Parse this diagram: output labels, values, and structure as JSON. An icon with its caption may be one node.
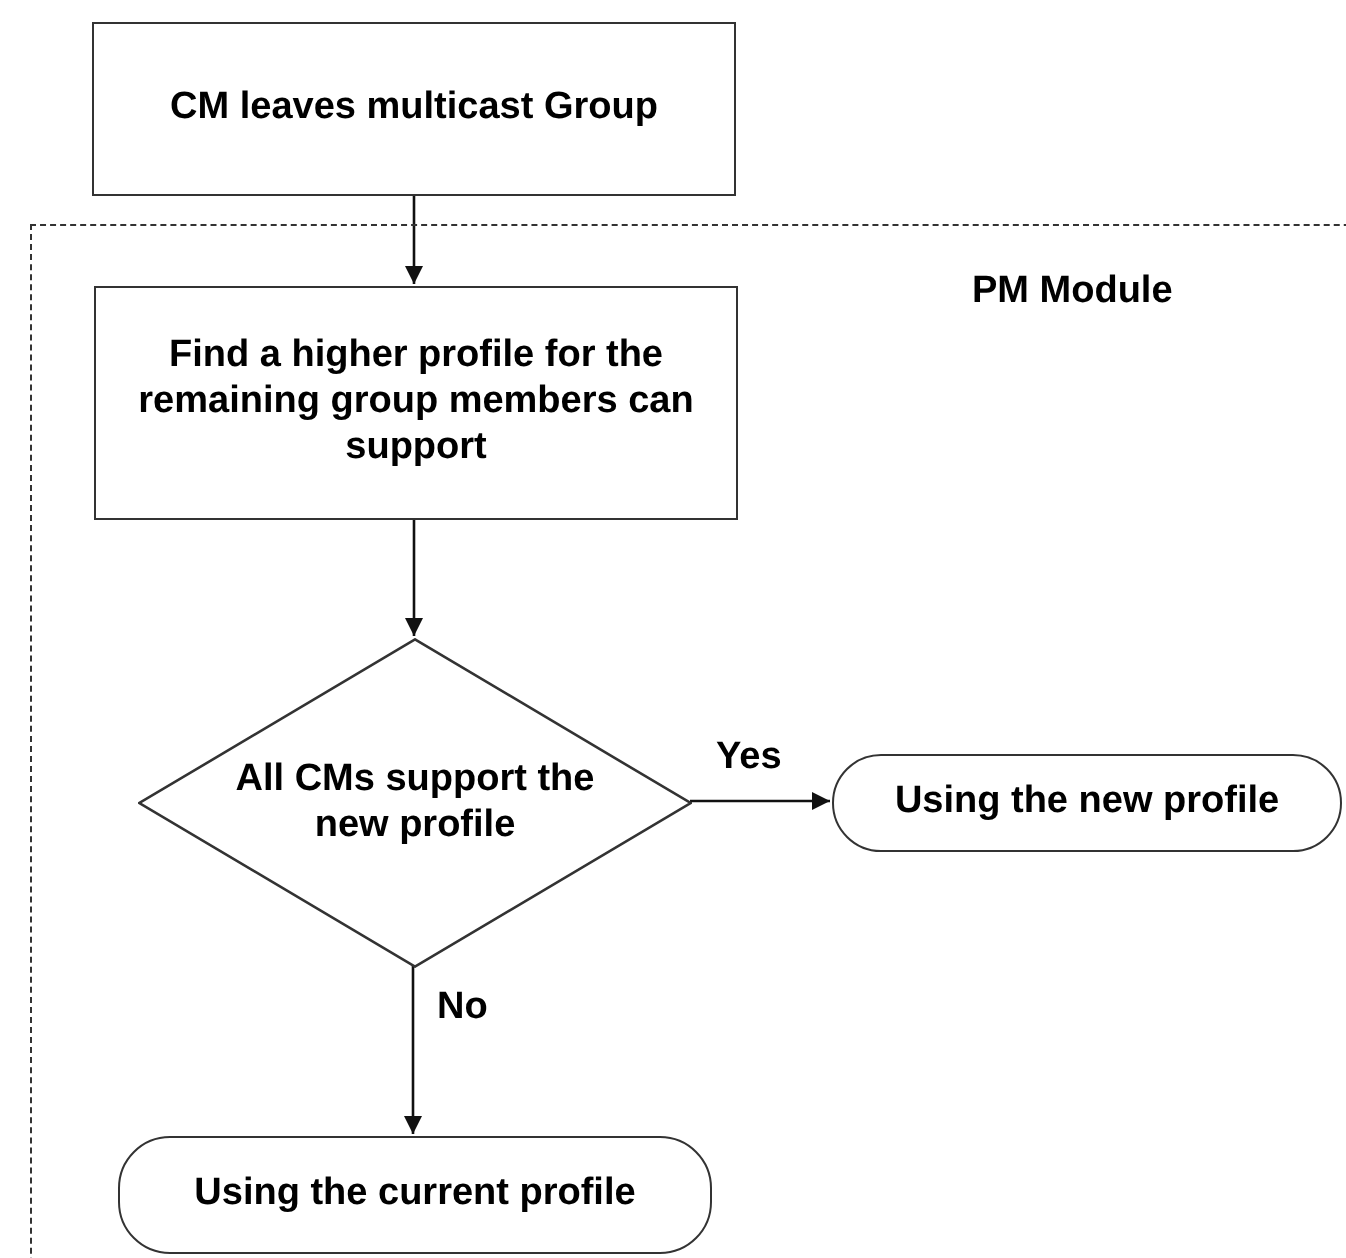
{
  "diagram": {
    "nodes": [
      {
        "text": [
          "CM leaves multicast Group"
        ]
      },
      {
        "text": [
          "PM Module"
        ]
      },
      {
        "text": [
          "Find a higher profile for the remaining group members can support"
        ],
        "in": 1
      },
      {
        "text": [
          "All CMs support the new profile"
        ],
        "in": 1
      },
      {
        "text": [
          "Using the new profile"
        ],
        "in": 1
      },
      {
        "text": [
          "Using the current profile"
        ],
        "in": 1
      }
    ],
    "edges": [
      {
        "from": 0,
        "to": 2,
        "arrow": "to"
      },
      {
        "from": 2,
        "to": 3,
        "arrow": "to"
      },
      {
        "from": 3,
        "to": 4,
        "arrow": "to",
        "label": "Yes"
      },
      {
        "from": 3,
        "to": 5,
        "arrow": "to",
        "label": "No"
      }
    ]
  }
}
